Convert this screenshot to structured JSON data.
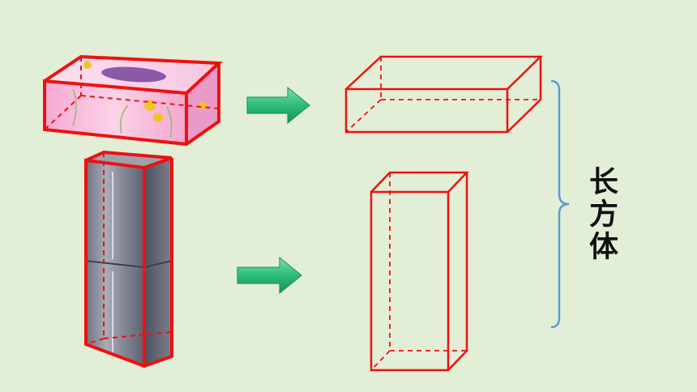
{
  "diagram": {
    "label": "长方体",
    "colors": {
      "background": "#e2eed6",
      "outline": "#ee1111",
      "arrow": "#2dbd7a",
      "brace": "#5b9bd5",
      "tissue_box": "#f3b8d8",
      "fridge": "#6a6f80"
    },
    "objects": [
      {
        "name": "tissue-box",
        "icon": "tissue-box-picture"
      },
      {
        "name": "refrigerator",
        "icon": "refrigerator-picture"
      }
    ]
  }
}
